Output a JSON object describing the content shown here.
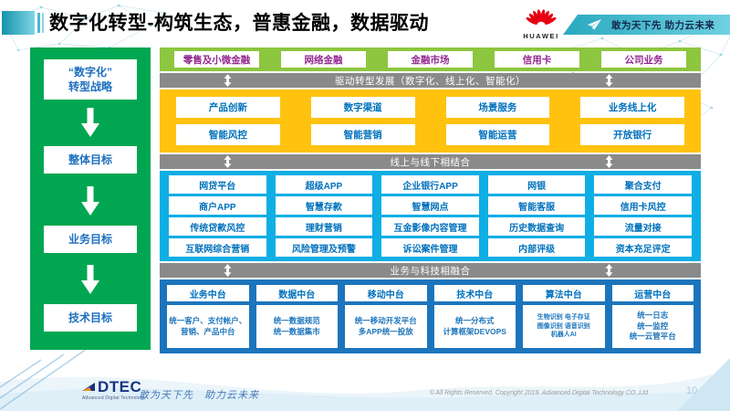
{
  "header": {
    "title": "数字化转型-构筑生态，普惠金融，数据驱动",
    "huawei_logo_text": "HUAWEI",
    "banner_slogan": "敢为天下先 助力云未来"
  },
  "sidebar": {
    "steps": [
      "“数字化”\n转型战略",
      "整体目标",
      "业务目标",
      "技术目标"
    ]
  },
  "flow": {
    "business_lines": [
      "零售及小微金融",
      "网络金融",
      "金融市场",
      "信用卡",
      "公司业务"
    ],
    "bar1": "驱动转型发展（数字化、线上化、智能化）",
    "capability_rows": [
      [
        "产品创新",
        "数字渠道",
        "场景服务",
        "业务线上化"
      ],
      [
        "智能风控",
        "智能营销",
        "智能运营",
        "开放银行"
      ]
    ],
    "bar2": "线上与线下相结合",
    "platform_rows": [
      [
        "网贷平台",
        "超级APP",
        "企业银行APP",
        "网银",
        "聚合支付"
      ],
      [
        "商户APP",
        "智慧存款",
        "智慧网点",
        "智能客服",
        "信用卡风控"
      ],
      [
        "传统贷款风控",
        "理财营销",
        "互金影像内容管理",
        "历史数据查询",
        "流量对接"
      ],
      [
        "互联网综合营销",
        "风险管理及预警",
        "诉讼案件管理",
        "内部评级",
        "资本充足评定"
      ]
    ],
    "bar3": "业务与科技相融合",
    "middle_platforms": [
      {
        "title": "业务中台",
        "detail": "统一客户、支付帐户、营销、产品中台"
      },
      {
        "title": "数据中台",
        "detail": "统一数据规范\n统一数据集市"
      },
      {
        "title": "移动中台",
        "detail": "统一移动开发平台\n多APP统一投放"
      },
      {
        "title": "技术中台",
        "detail": "统一分布式\n计算框架DEVOPS"
      },
      {
        "title": "算法中台",
        "detail": "生物识别 电子存证\n图像识别 语音识别\n机器人AI"
      },
      {
        "title": "运营中台",
        "detail": "统一日志\n统一监控\n统一云管平台"
      }
    ]
  },
  "footer": {
    "logo_text": "DTEC",
    "logo_subtext": "Advanced Digital Technology",
    "slogan": "敢为天下先　助力云未来",
    "copyright": "© All Rights Reserved. Copyright 2019. Advanced Digital Technology CO.,Ltd",
    "page_number": "10"
  },
  "colors": {
    "green_row": "#8DC63F",
    "sidebar_green": "#00A651",
    "yellow": "#FFC20E",
    "blue": "#0FAEE5",
    "dark_blue": "#1C75BC",
    "gray_bar": "#8A8A8A",
    "purple_text": "#92278F",
    "blue_text": "#0071BC",
    "huawei_red": "#E60012",
    "banner_teal": "#2AA9BF"
  }
}
